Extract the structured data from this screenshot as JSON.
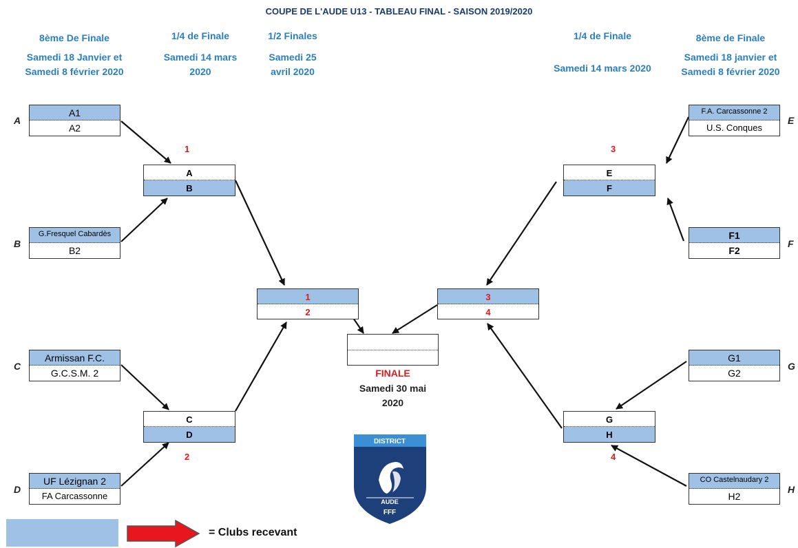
{
  "title": "COUPE DE L'AUDE U13 - TABLEAU FINAL - SAISON 2019/2020",
  "headers": {
    "left_r16": {
      "round": "8ème De Finale",
      "date1": "Samedi 18 Janvier et",
      "date2": "Samedi 8 février 2020"
    },
    "left_qf": {
      "round": "1/4 de Finale",
      "date1": "Samedi 14 mars",
      "date2": "2020"
    },
    "semis": {
      "round": "1/2 Finales",
      "date1": "Samedi 25",
      "date2": "avril 2020"
    },
    "right_qf": {
      "round": "1/4 de Finale",
      "date": "Samedi 14 mars 2020"
    },
    "right_r16": {
      "round": "8ème de Finale",
      "date1": "Samedi 18 janvier et",
      "date2": "Samedi 8 février 2020"
    }
  },
  "groups": [
    "A",
    "B",
    "C",
    "D",
    "E",
    "F",
    "G",
    "H"
  ],
  "r16": {
    "A": {
      "home": "A1",
      "away": "A2"
    },
    "B": {
      "home": "G.Fresquel Cabardès",
      "away": "B2"
    },
    "C": {
      "home": "Armissan F.C.",
      "away": "G.C.S.M. 2"
    },
    "D": {
      "home": "UF Lézignan 2",
      "away": "FA Carcassonne"
    },
    "E": {
      "home": "F.A. Carcassonne 2",
      "away": "U.S. Conques"
    },
    "F": {
      "home": "F1",
      "away": "F2"
    },
    "G": {
      "home": "G1",
      "away": "G2"
    },
    "H": {
      "home": "CO Castelnaudary 2",
      "away": "H2"
    }
  },
  "qf": {
    "m1": {
      "seed": "1",
      "top": "A",
      "bottom": "B"
    },
    "m2": {
      "seed": "2",
      "top": "C",
      "bottom": "D"
    },
    "m3": {
      "seed": "3",
      "top": "E",
      "bottom": "F"
    },
    "m4": {
      "seed": "4",
      "top": "G",
      "bottom": "H"
    }
  },
  "sf": {
    "left": {
      "top": "1",
      "bottom": "2"
    },
    "right": {
      "top": "3",
      "bottom": "4"
    }
  },
  "final": {
    "label": "FINALE",
    "date1": "Samedi 30 mai",
    "date2": "2020"
  },
  "logo": {
    "district": "DISTRICT",
    "aude": "AUDE",
    "fff": "FFF"
  },
  "legend": {
    "text": "= Clubs recevant"
  },
  "colors": {
    "home_fill": "#9fc1e5",
    "header_blue": "#2a7fc0",
    "seed_red": "#e01a1a",
    "arrow_red": "#e8161d",
    "logo_navy": "#1d3f7a"
  }
}
